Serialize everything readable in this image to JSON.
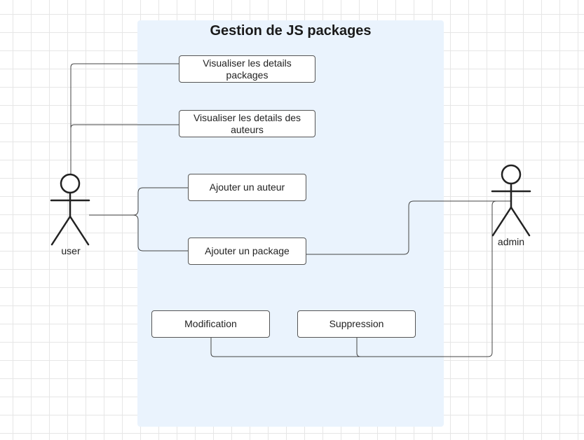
{
  "diagram": {
    "title": "Gestion de JS packages",
    "use_cases": {
      "details_packages": "Visualiser les details packages",
      "details_auteurs": "Visualiser les details des auteurs",
      "ajouter_auteur": "Ajouter un auteur",
      "ajouter_package": "Ajouter un package",
      "modification": "Modification",
      "suppression": "Suppression"
    },
    "actors": {
      "user": "user",
      "admin": "admin"
    }
  }
}
